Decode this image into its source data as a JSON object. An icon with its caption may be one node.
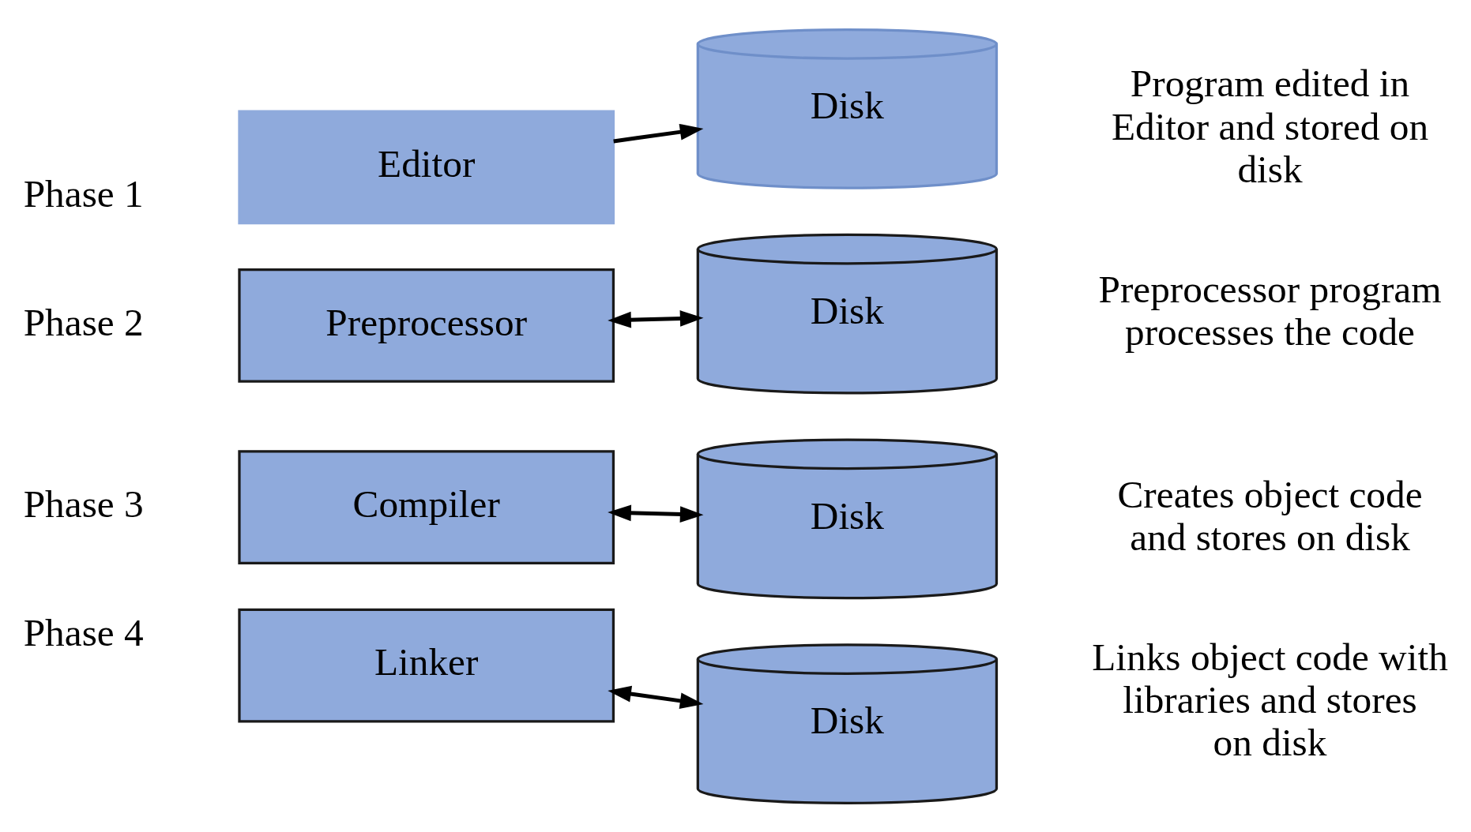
{
  "diagram": {
    "nodes": [
      {
        "text": [
          "Editor"
        ],
        "beside": [
          "Phase 1"
        ]
      },
      {
        "text": [
          "Disk"
        ]
      },
      {
        "text": [
          "Preprocessor"
        ],
        "beside": [
          "Phase 2"
        ]
      },
      {
        "text": [
          "Disk"
        ]
      },
      {
        "text": [
          "Compiler"
        ],
        "beside": [
          "Phase 3"
        ]
      },
      {
        "text": [
          "Disk"
        ]
      },
      {
        "text": [
          "Linker"
        ],
        "beside": [
          "Phase 4"
        ]
      },
      {
        "text": [
          "Disk"
        ]
      }
    ],
    "edges": [
      {
        "from": 0,
        "to": 1,
        "arrow": "to"
      },
      {
        "from": 2,
        "to": 3,
        "arrow": "both"
      },
      {
        "from": 4,
        "to": 5,
        "arrow": "both"
      },
      {
        "from": 6,
        "to": 7,
        "arrow": "both"
      }
    ],
    "labels": [
      "Program edited in Editor and stored on disk",
      "Preprocessor program processes the code",
      "Creates object code and stores on disk",
      "Links object code with libraries and stores on disk"
    ]
  }
}
